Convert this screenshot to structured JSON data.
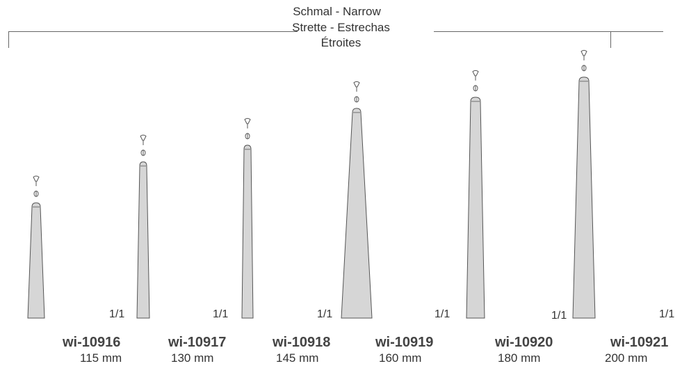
{
  "header": {
    "line1": "Schmal - Narrow",
    "line2": "Strette - Estrechas",
    "line3": "Étroites"
  },
  "items": [
    {
      "code": "wi-10916",
      "size": "115 mm",
      "scale": "1/1"
    },
    {
      "code": "wi-10917",
      "size": "130 mm",
      "scale": "1/1"
    },
    {
      "code": "wi-10918",
      "size": "145 mm",
      "scale": "1/1"
    },
    {
      "code": "wi-10919",
      "size": "160 mm",
      "scale": "1/1"
    },
    {
      "code": "wi-10920",
      "size": "180 mm",
      "scale": "1/1"
    },
    {
      "code": "wi-10921",
      "size": "200 mm",
      "scale": "1/1"
    }
  ],
  "colors": {
    "blade_fill": "#d6d6d6",
    "blade_stroke": "#555555",
    "line": "#666666",
    "text": "#333333"
  }
}
